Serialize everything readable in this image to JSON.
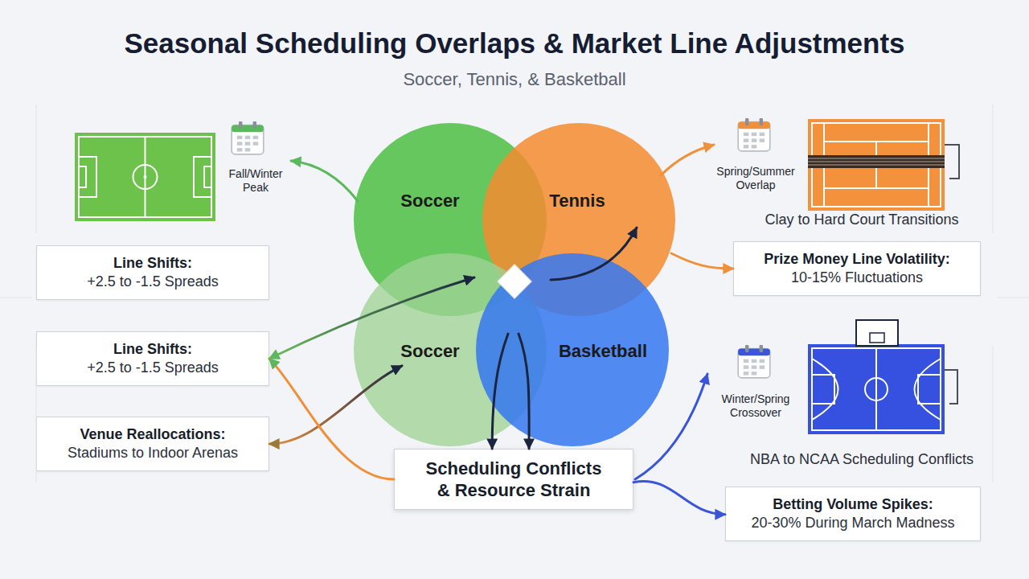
{
  "diagram": {
    "title": "Seasonal Scheduling Overlaps & Market Line Adjustments",
    "nodes": [
      {
        "text": [
          "Soccer"
        ]
      },
      {
        "text": [
          "Tennis"
        ]
      },
      {
        "text": [
          "Line Shifts:",
          "+2.5 to -1.5 Spreads"
        ]
      },
      {
        "text": [
          "Prize Money Line Volatility:",
          "10-15% Fluctuations"
        ]
      },
      {
        "text": [
          "Line Shifts:",
          "+2.5 to -1.5 Spreads"
        ]
      },
      {
        "text": [
          "Soccer"
        ]
      },
      {
        "text": [
          "Basketball"
        ]
      },
      {
        "text": [
          "Venue Reallocations:",
          "Stadiums to Indoor Arenas"
        ]
      },
      {
        "text": [
          "Scheduling Conflicts & Resource Strain"
        ]
      },
      {
        "text": [
          "Betting Volume Spikes:",
          "20-30% During March Madness"
        ]
      }
    ],
    "edges": [
      {
        "from": 1,
        "to": 3,
        "arrow": "to"
      },
      {
        "from": 7,
        "to": 5,
        "arrow": "both"
      },
      {
        "from": 8,
        "to": 4,
        "arrow": "to"
      },
      {
        "from": 8,
        "to": 9,
        "arrow": "to"
      },
      {
        "from": 5,
        "to": 8,
        "arrow": "to"
      },
      {
        "from": 6,
        "to": 8,
        "arrow": "to"
      }
    ],
    "labels": [
      "Soccer, Tennis, & Basketball",
      "Fall/Winter Peak",
      "Spring/Summer Overlap",
      "Clay to Hard Court Transitions",
      "Winter/Spring Crossover",
      "NBA to NCAA Scheduling Conflicts"
    ]
  }
}
